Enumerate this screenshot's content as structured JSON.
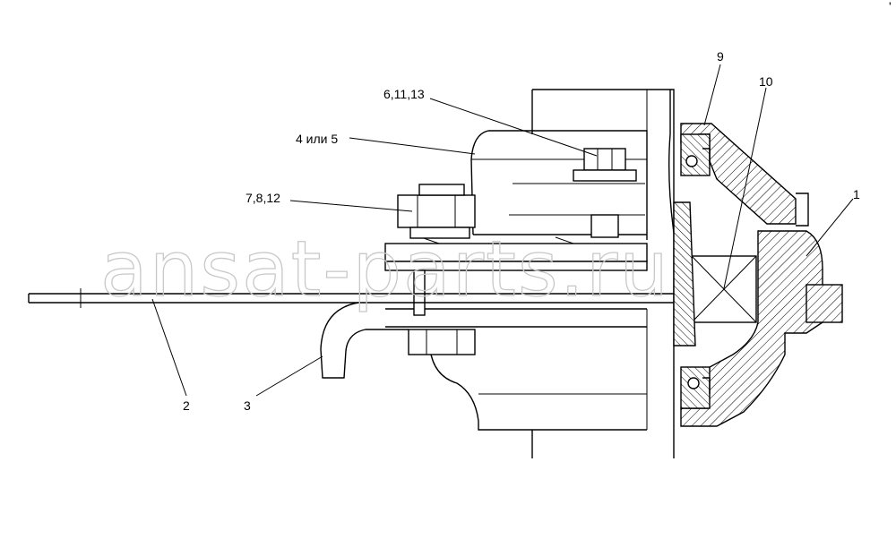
{
  "diagram": {
    "callouts": {
      "c1": "1",
      "c2": "2",
      "c3": "3",
      "c4": "4 или 5",
      "c6": "6,11,13",
      "c7": "7,8,12",
      "c9": "9",
      "c10": "10"
    },
    "watermark": "ansat-parts.ru",
    "corner_mark": "'"
  }
}
